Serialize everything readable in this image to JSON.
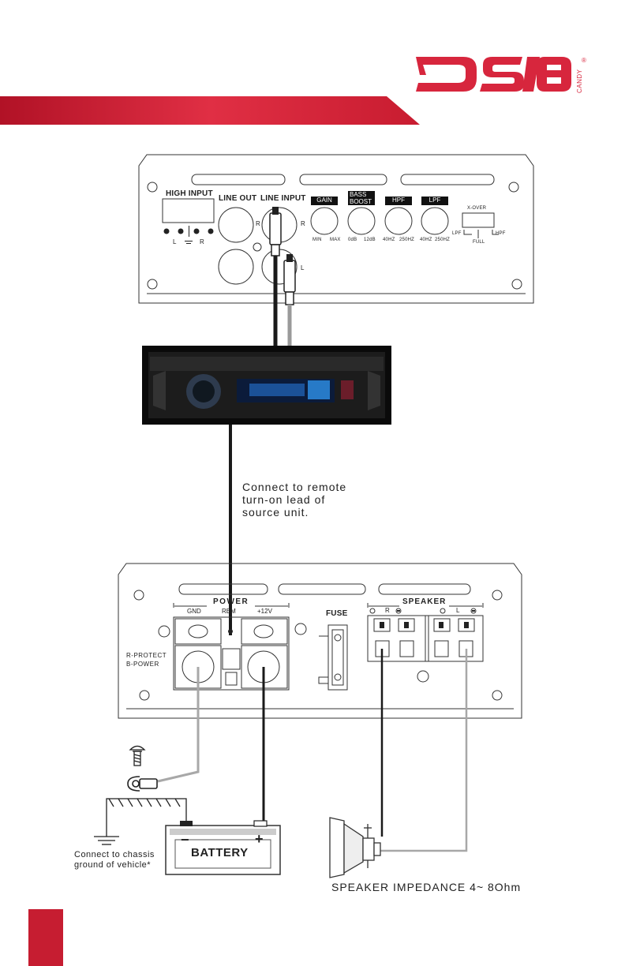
{
  "brand": {
    "logo_text": "DS18",
    "sub_text": "CANDY",
    "registered_mark": "®",
    "color": "#d7263d"
  },
  "amp_top": {
    "high_input": "HIGH INPUT",
    "line_out": "LINE OUT",
    "line_input": "LINE INPUT",
    "gain": "GAIN",
    "bass_boost": "BASS\nBOOST",
    "bass_boost_l1": "BASS",
    "bass_boost_l2": "BOOST",
    "hpf": "HPF",
    "lpf": "LPF",
    "xover": "X-OVER",
    "xover_lpf": "LPF",
    "xover_full": "FULL",
    "xover_hpf": "HPF",
    "gain_min": "MIN",
    "gain_max": "MAX",
    "bass_min": "0dB",
    "bass_max": "12dB",
    "hpf_min": "40HZ",
    "hpf_max": "250HZ",
    "lpf_min": "40HZ",
    "lpf_max": "250HZ",
    "label_r_out": "R",
    "label_r_in": "R",
    "label_l_in": "L",
    "hi_l": "L",
    "hi_r": "R"
  },
  "head_unit_note": "Connect to remote\nturn-on lead of\nsource unit.",
  "note_lines": [
    "Connect to remote",
    "turn-on lead of",
    "source unit."
  ],
  "amp_bottom": {
    "power": "POWER",
    "gnd": "GND",
    "rem": "REM",
    "plus12v": "+12V",
    "fuse": "FUSE",
    "speaker": "SPEAKER",
    "spk_r": "R",
    "spk_l": "L",
    "r_protect": "R-PROTECT",
    "b_power": "B-POWER"
  },
  "ground_note_lines": [
    "Connect to chassis",
    "ground of vehicle*"
  ],
  "battery": {
    "label": "BATTERY",
    "minus": "−",
    "plus": "+"
  },
  "speaker_impedance": "SPEAKER IMPEDANCE 4~ 8Ohm",
  "speaker_plus": "+",
  "speaker_minus": "I"
}
